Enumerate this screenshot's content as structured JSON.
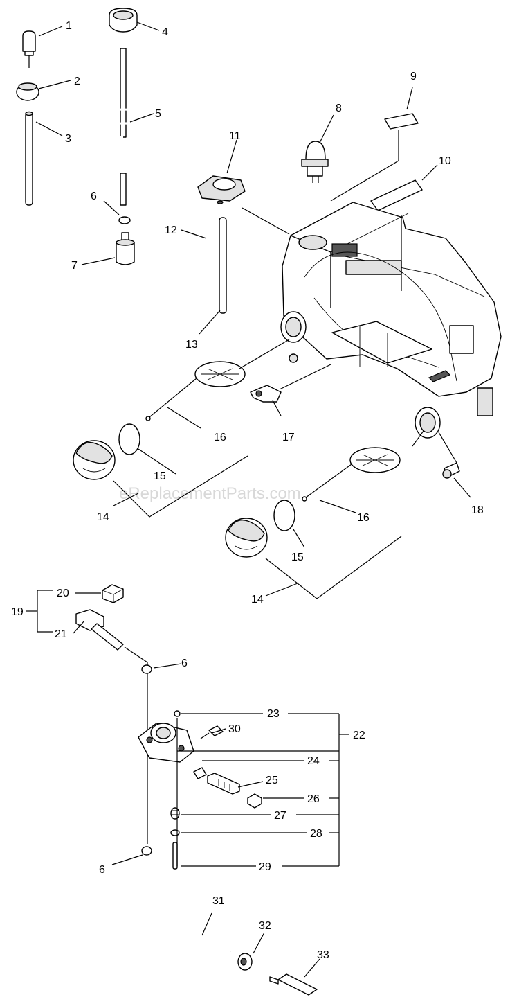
{
  "watermark": "eReplacementParts.com",
  "callouts": [
    {
      "id": "c1",
      "text": "1"
    },
    {
      "id": "c2",
      "text": "2"
    },
    {
      "id": "c3",
      "text": "3"
    },
    {
      "id": "c4",
      "text": "4"
    },
    {
      "id": "c5",
      "text": "5"
    },
    {
      "id": "c6a",
      "text": "6"
    },
    {
      "id": "c7",
      "text": "7"
    },
    {
      "id": "c8",
      "text": "8"
    },
    {
      "id": "c9",
      "text": "9"
    },
    {
      "id": "c10",
      "text": "10"
    },
    {
      "id": "c11",
      "text": "11"
    },
    {
      "id": "c12",
      "text": "12"
    },
    {
      "id": "c13",
      "text": "13"
    },
    {
      "id": "c14a",
      "text": "14"
    },
    {
      "id": "c15a",
      "text": "15"
    },
    {
      "id": "c16a",
      "text": "16"
    },
    {
      "id": "c17",
      "text": "17"
    },
    {
      "id": "c18",
      "text": "18"
    },
    {
      "id": "c16b",
      "text": "16"
    },
    {
      "id": "c15b",
      "text": "15"
    },
    {
      "id": "c14b",
      "text": "14"
    },
    {
      "id": "c19",
      "text": "19"
    },
    {
      "id": "c20",
      "text": "20"
    },
    {
      "id": "c21",
      "text": "21"
    },
    {
      "id": "c6b",
      "text": "6"
    },
    {
      "id": "c23",
      "text": "23"
    },
    {
      "id": "c22",
      "text": "22"
    },
    {
      "id": "c30",
      "text": "30"
    },
    {
      "id": "c24",
      "text": "24"
    },
    {
      "id": "c25",
      "text": "25"
    },
    {
      "id": "c26",
      "text": "26"
    },
    {
      "id": "c27",
      "text": "27"
    },
    {
      "id": "c28",
      "text": "28"
    },
    {
      "id": "c29",
      "text": "29"
    },
    {
      "id": "c6c",
      "text": "6"
    },
    {
      "id": "c31",
      "text": "31"
    },
    {
      "id": "c32",
      "text": "32"
    },
    {
      "id": "c33",
      "text": "33"
    }
  ]
}
